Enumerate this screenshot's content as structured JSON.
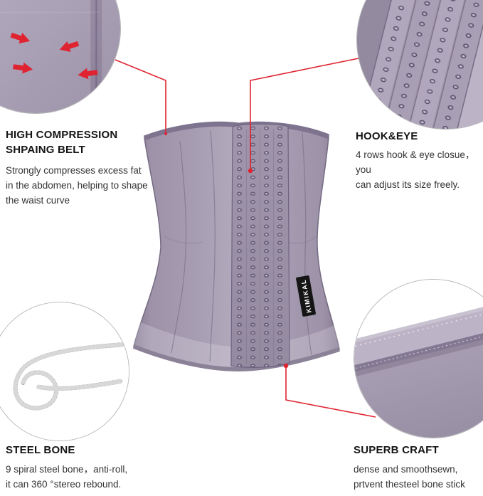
{
  "colors": {
    "accent_red": "#df2330",
    "belt_purple": "#a89db2"
  },
  "product": {
    "brand": "KIMIKAL"
  },
  "callouts": {
    "compression": {
      "title": "HIGH COMPRESSION\nSHPAING BELT",
      "desc": "Strongly compresses excess fat\nin the abdomen, helping to shape\nthe waist curve"
    },
    "hook_eye": {
      "title": "HOOK&EYE",
      "desc": "4 rows hook & eye closue，you\ncan adjust its size freely."
    },
    "steel_bone": {
      "title": "STEEL BONE",
      "desc": "9 spiral steel bone，anti-roll,\nit can 360 °stereo rebound."
    },
    "superb_craft": {
      "title": "SUPERB CRAFT",
      "desc": "dense and smoothsewn,\nprtvent thesteel bone stick out."
    }
  }
}
